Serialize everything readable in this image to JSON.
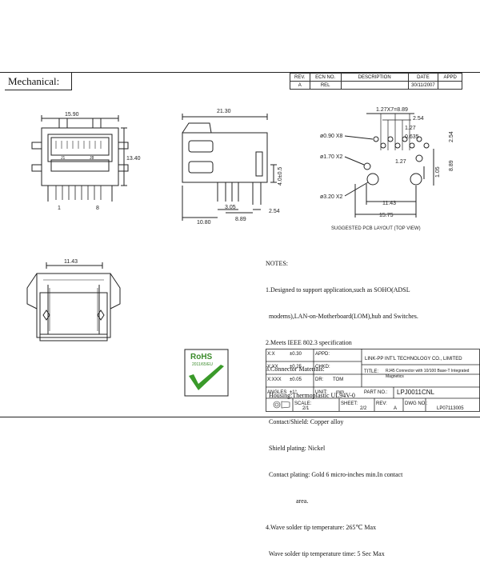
{
  "header": {
    "title": "Mechanical:",
    "rev_table": {
      "columns": [
        "REV.",
        "ECN NO.",
        "DESCRIPTION",
        "DATE",
        "APPD"
      ],
      "row": [
        "A",
        "REL",
        "",
        "30/11/2007",
        ""
      ]
    }
  },
  "dimensions": {
    "front_width": "15.90",
    "front_height": "13.40",
    "front_pin_left": "1",
    "front_pin_right": "8",
    "front_label_j1": "J1",
    "front_label_j8": "J8",
    "side_length": "21.30",
    "side_standoff": "4.0±0.5",
    "side_a": "10.80",
    "side_b": "3.05",
    "side_c": "8.89",
    "side_d": "2.54",
    "pcb_pitch": "1.27X7=8.89",
    "pcb_254_top": "2.54",
    "pcb_127": "1.27",
    "pcb_0635": "0.635",
    "pcb_254_side": "2.54",
    "pcb_127_b": "1.27",
    "pcb_105": "1.05",
    "pcb_889": "8.89",
    "pcb_hole1": "ø0.90  X8",
    "pcb_hole2": "ø1.70  X2",
    "pcb_hole3": "ø3.20  X2",
    "pcb_1143": "11.43",
    "pcb_1575": "15.75",
    "pcb_caption": "SUGGESTED PCB LAYOUT (TOP VIEW)",
    "top_width": "11.43"
  },
  "notes": {
    "title": "NOTES:",
    "lines": [
      "1.Designed to support application,such as SOHO(ADSL",
      "  modems),LAN-on-Motherboard(LOM),hub and Switches.",
      "2.Meets IEEE 802.3 specification",
      "3.Connector Materials:",
      "  Housing:Thermoplastic UL94V-0",
      "  Contact/Shield: Copper alloy",
      "  Shield plating: Nickel",
      "  Contact plating: Gold 6 micro-inches min.In contact",
      "                   area.",
      "4.Wave solder tip temperature: 265℃ Max",
      "  Wave solder tip temperature time: 5 Sec Max"
    ]
  },
  "rohs": {
    "title": "RoHS",
    "subtitle": "2011/65/EU"
  },
  "title_block": {
    "tol1_label": "X:X",
    "tol1_val": "±0.30",
    "tol2_label": "X:XX",
    "tol2_val": "±0.25",
    "tol3_label": "X:XXX",
    "tol3_val": "±0.05",
    "angles_label": "ANGLES",
    "angles_val": "±1°",
    "appd": "APPD:",
    "chkd": "CHKD:",
    "dr": "DR:",
    "dr_val": "TOM",
    "unit": "UNIT:",
    "unit_val": "mm",
    "company": "LINK-PP INT'L TECHNOLOGY CO., LIMITED",
    "title_label": "TITLE:",
    "title_val": "RJ45 Connector with 10/100 Base-T Integrated Magnetics",
    "part_label": "PART NO.:",
    "part_val": "LPJ0011CNL",
    "scale_label": "SCALE:",
    "scale_val": "2/1",
    "sheet_label": "SHEET:",
    "sheet_val": "2/2",
    "rev_label": "REV:",
    "rev_val": "A",
    "dwg_label": "DWG NO.:",
    "dwg_val": "LP07113005"
  }
}
